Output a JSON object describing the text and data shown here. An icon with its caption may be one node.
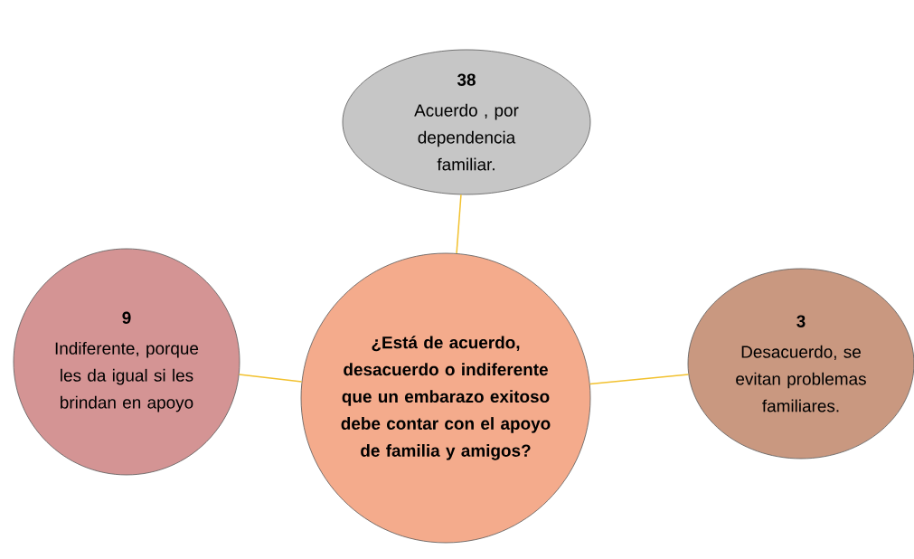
{
  "diagram": {
    "nodes": [
      {
        "text": [
          "38",
          "Acuerdo , por dependencia familiar."
        ]
      },
      {
        "text": [
          "9",
          "Indiferente, porque les da igual si les brindan en apoyo"
        ]
      },
      {
        "text": [
          "¿Está de acuerdo, desacuerdo o indiferente que un embarazo exitoso debe contar con el apoyo de familia y amigos?"
        ]
      },
      {
        "text": [
          "3",
          "Desacuerdo, se evitan problemas familiares."
        ]
      }
    ],
    "edges": [
      {
        "from": 2,
        "to": 0,
        "arrow": "none"
      },
      {
        "from": 2,
        "to": 1,
        "arrow": "none"
      },
      {
        "from": 2,
        "to": 3,
        "arrow": "none"
      }
    ]
  }
}
